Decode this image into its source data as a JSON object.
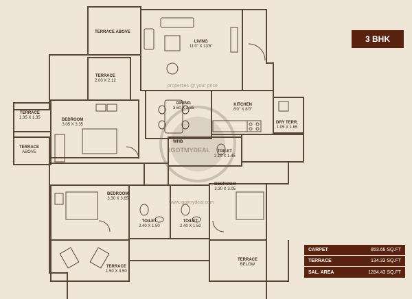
{
  "badge": {
    "label": "3 BHK"
  },
  "rooms": {
    "terrace_above_top": {
      "name": "TERRACE ABOVE"
    },
    "living": {
      "name": "LIVING",
      "dim": "11'0\" X 13'6\""
    },
    "terrace_mid": {
      "name": "TERRACE",
      "dim": "2.00 X 2.12"
    },
    "terrace_left": {
      "name": "TERRACE",
      "dim": "1.35 X 1.35"
    },
    "bedroom_top": {
      "name": "BEDROOM",
      "dim": "3.05 X 3.35"
    },
    "terrace_above_left": {
      "name": "TERRACE",
      "dim": "ABOVE"
    },
    "dining": {
      "name": "DINING",
      "dim": "3.60 X 2.65"
    },
    "kitchen": {
      "name": "KITCHEN",
      "dim": "8'0\" X 8'0\""
    },
    "dry_terrace": {
      "name": "DRY TERR.",
      "dim": "1.05 X 1.65"
    },
    "whb": {
      "name": "WHB"
    },
    "toilet_mid": {
      "name": "TOILET",
      "dim": "2.10 X 1.45"
    },
    "bedroom_left": {
      "name": "BEDROOM",
      "dim": "3.30 X 3.65"
    },
    "bedroom_right": {
      "name": "BEDROOM",
      "dim": "3.30 X 3.05"
    },
    "toilet_a": {
      "name": "TOILET",
      "dim": "2.40 X 1.50"
    },
    "toilet_b": {
      "name": "TOILET",
      "dim": "2.40 X 1.50"
    },
    "terrace_bottom": {
      "name": "TERRACE",
      "dim": "1.50 X 3.50"
    },
    "terrace_below": {
      "name": "TERRACE",
      "dim": "BELOW"
    }
  },
  "area_table": {
    "rows": [
      {
        "label": "CARPET",
        "value": "853.68 SQ.FT"
      },
      {
        "label": "TERRACE",
        "value": "134.33 SQ.FT"
      },
      {
        "label": "SAL. AREA",
        "value": "1284.43 SQ.FT"
      }
    ]
  },
  "watermark": {
    "tagline": "properties @ your price",
    "site": "www.igotmydeal.com",
    "logo_text": "IGOTMYDEAL"
  },
  "colors": {
    "background": "#efe6d7",
    "wall": "#5a4638",
    "accent": "#5a2310",
    "text": "#3b2a1e"
  }
}
